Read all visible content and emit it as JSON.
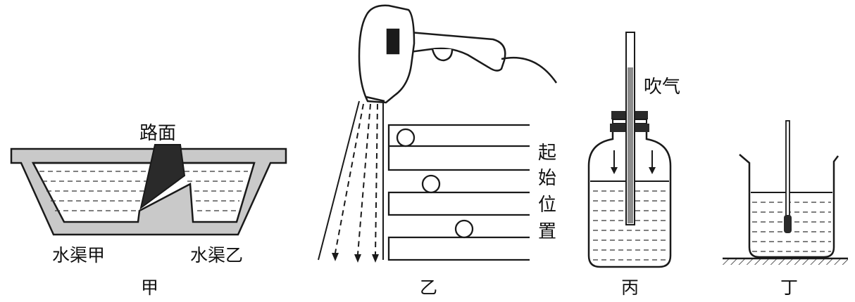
{
  "panel_jia": {
    "road_label": "路面",
    "channel_a": "水渠甲",
    "channel_b": "水渠乙",
    "caption": "甲"
  },
  "panel_yi": {
    "start_label_chars": [
      "起",
      "始",
      "位",
      "置"
    ],
    "caption": "乙"
  },
  "panel_bing": {
    "blow_label": "吹气",
    "caption": "丙"
  },
  "panel_ding": {
    "caption": "丁"
  },
  "colors": {
    "ink": "#1a1a1a",
    "gray_fill": "#c9c9c9",
    "dark_fill": "#2a2a2a"
  }
}
